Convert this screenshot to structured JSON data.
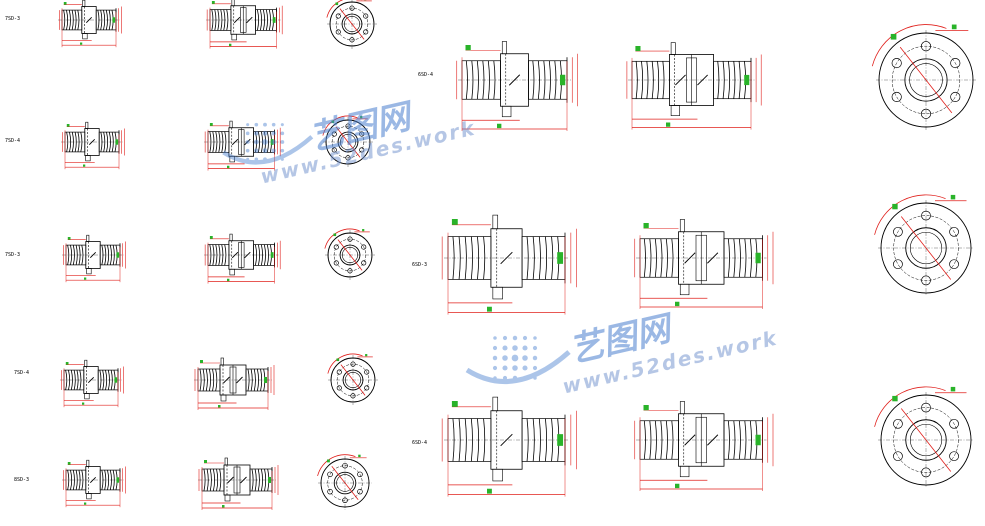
{
  "labels": {
    "small_rows": [
      "7SD-3",
      "7SD-4",
      "7SD-3",
      "7SD-4",
      "8SD-3"
    ],
    "large_rows": [
      "6SD-4",
      "6SD-3",
      "6SD-4"
    ]
  },
  "watermark": {
    "text_cn": "艺图网",
    "url": "www.52des.work"
  },
  "colors": {
    "line": "#000000",
    "dimension": "#e0201c",
    "marker": "#29b329",
    "watermark": "#4a7fcf"
  }
}
